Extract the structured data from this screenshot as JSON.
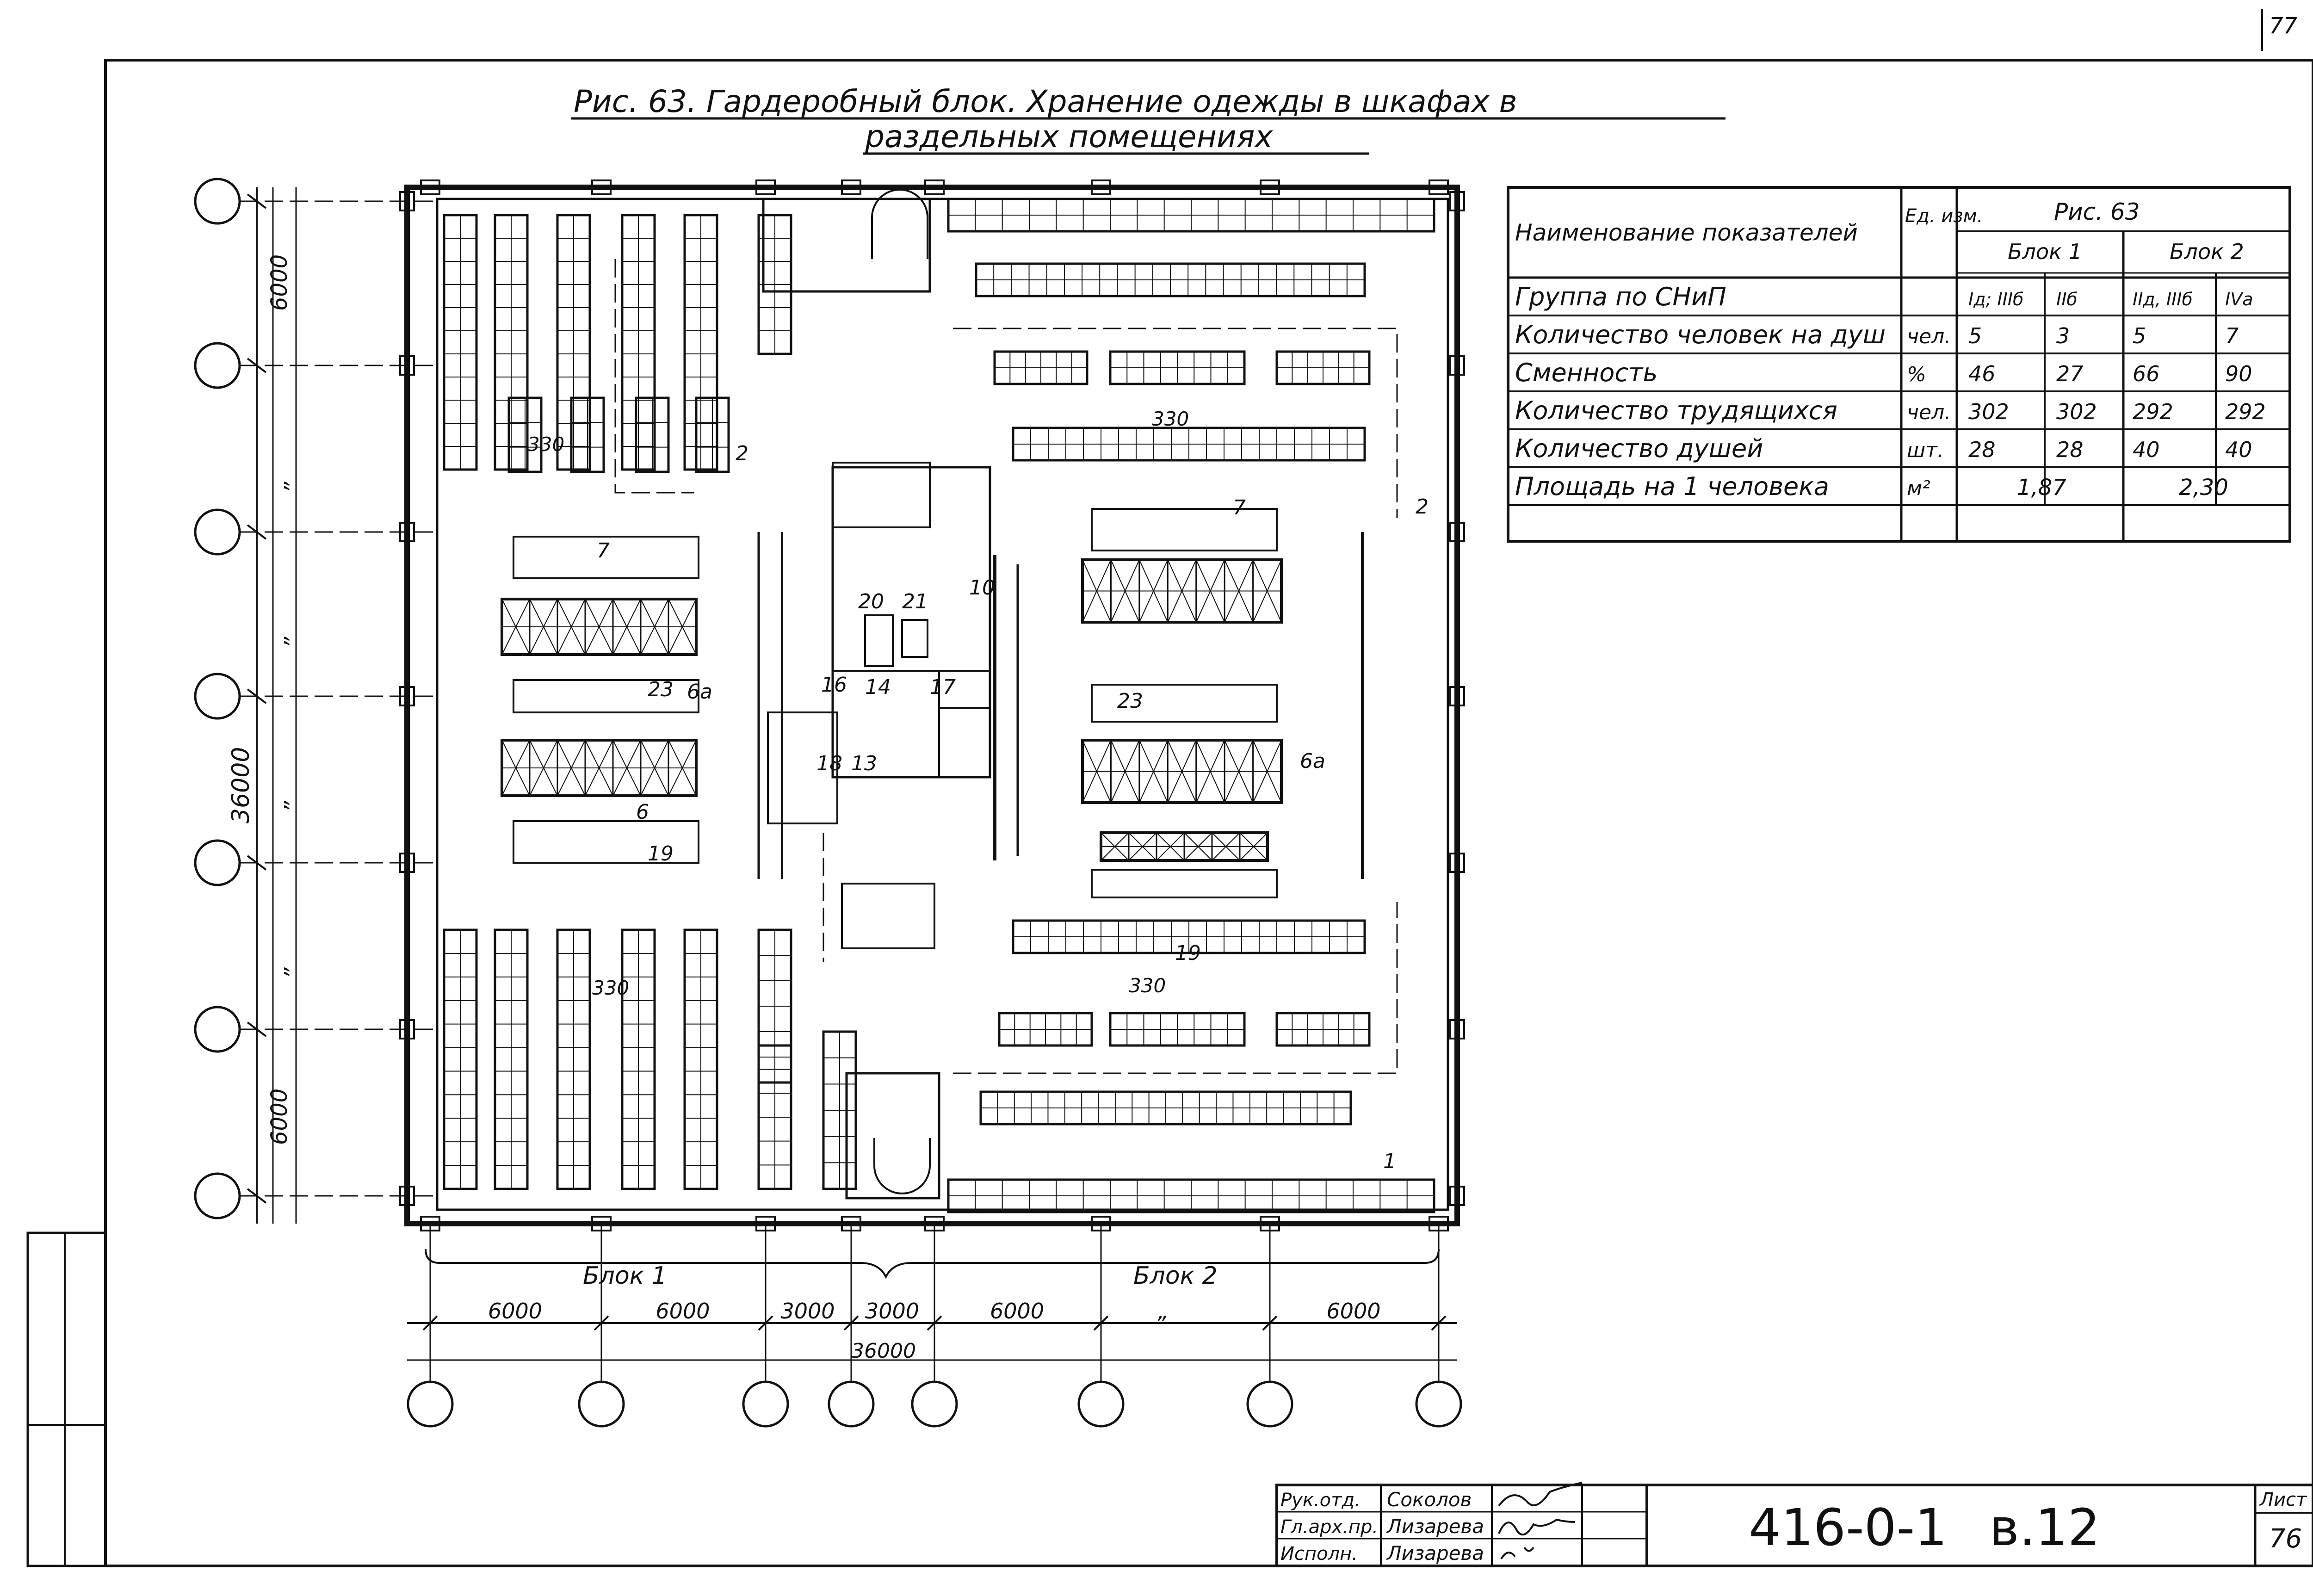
{
  "page_number": "77",
  "figure": {
    "title_line1": "Рис. 63. Гардеробный блок. Хранение одежды в шкафах в",
    "title_line2": "раздельных помещениях"
  },
  "table": {
    "header_name": "Наименование показателей",
    "header_unit": "Ед. изм.",
    "header_fig": "Рис. 63",
    "block1": "Блок 1",
    "block2": "Блок 2",
    "rows": [
      {
        "name": "Группа по СНиП",
        "unit": "",
        "v": [
          "Iд; IIIб",
          "IIб",
          "IIд, IIIб",
          "IVа"
        ]
      },
      {
        "name": "Количество человек на душ",
        "unit": "чел.",
        "v": [
          "5",
          "3",
          "5",
          "7"
        ]
      },
      {
        "name": "Сменность",
        "unit": "%",
        "v": [
          "46",
          "27",
          "66",
          "90"
        ]
      },
      {
        "name": "Количество трудящихся",
        "unit": "чел.",
        "v": [
          "302",
          "302",
          "292",
          "292"
        ]
      },
      {
        "name": "Количество душей",
        "unit": "шт.",
        "v": [
          "28",
          "28",
          "40",
          "40"
        ]
      },
      {
        "name": "Площадь на 1 человека",
        "unit": "м²",
        "v1": "1,87",
        "v2": "2,30"
      }
    ]
  },
  "plan": {
    "left_dims": [
      "6000",
      "„",
      "„",
      "„",
      "„",
      "6000"
    ],
    "left_total": "36000",
    "bottom_dims": [
      "6000",
      "6000",
      "3000",
      "3000",
      "6000",
      "„",
      "6000"
    ],
    "bottom_total": "36000",
    "block_labels": [
      "Блок 1",
      "Блок 2"
    ],
    "room_labels": [
      "1",
      "2",
      "2",
      "6",
      "6а",
      "6а",
      "7",
      "7",
      "10",
      "13",
      "14",
      "16",
      "17",
      "18",
      "19",
      "19",
      "20",
      "21",
      "23",
      "23"
    ],
    "level_labels": [
      "330",
      "330",
      "330",
      "330"
    ]
  },
  "stamp": {
    "rows": [
      {
        "role": "Рук.отд.",
        "name": "Соколов"
      },
      {
        "role": "Гл.арх.пр.",
        "name": "Лизарева"
      },
      {
        "role": "Исполн.",
        "name": "Лизарева"
      }
    ],
    "code": "416-0-1",
    "sheet_code": "в.12",
    "sheet_label": "Лист",
    "sheet_no": "76"
  }
}
